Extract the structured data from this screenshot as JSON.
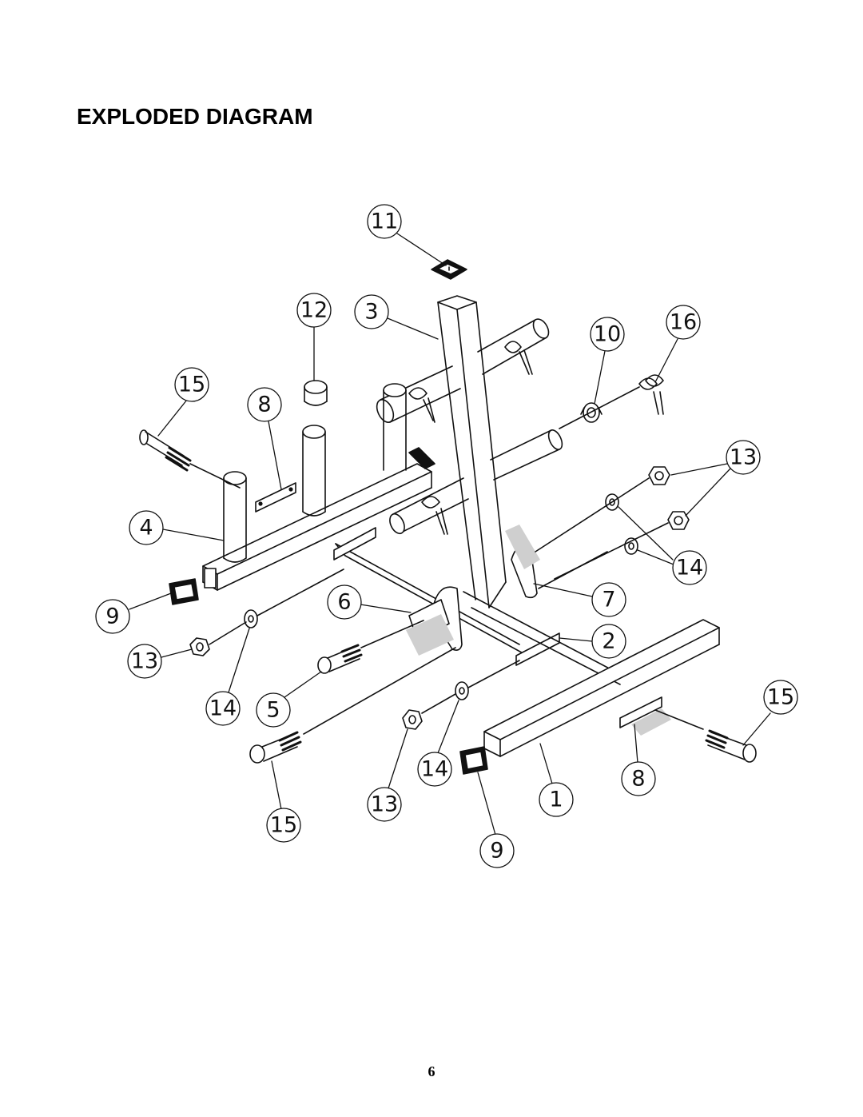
{
  "header": {
    "title": "EXPLODED DIAGRAM"
  },
  "callouts": {
    "c11": "11",
    "c12": "12",
    "c3": "3",
    "c10": "10",
    "c16": "16",
    "c15a": "15",
    "c8a": "8",
    "c13a": "13",
    "c4": "4",
    "c14a": "14",
    "c9a": "9",
    "c6": "6",
    "c7": "7",
    "c2": "2",
    "c13b": "13",
    "c14b": "14",
    "c5": "5",
    "c15b": "15",
    "c13c": "13",
    "c14c": "14",
    "c1": "1",
    "c8b": "8",
    "c15c": "15",
    "c9b": "9"
  },
  "footer": {
    "page_number": "6"
  }
}
